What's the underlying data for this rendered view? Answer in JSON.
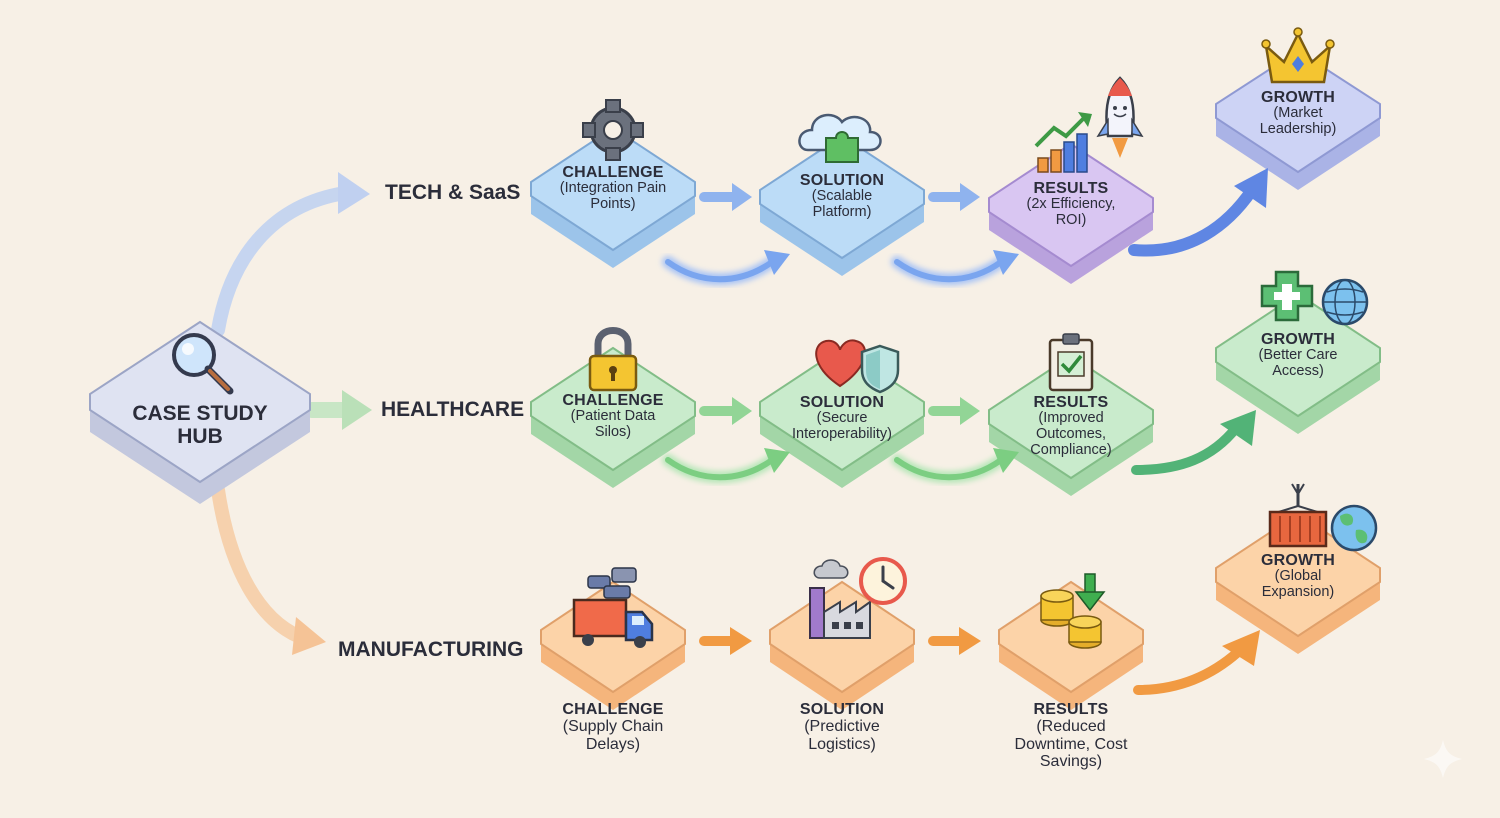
{
  "hub": {
    "line1": "CASE STUDY",
    "line2": "HUB"
  },
  "industries": [
    {
      "label": "TECH & SaaS"
    },
    {
      "label": "HEALTHCARE"
    },
    {
      "label": "MANUFACTURING"
    }
  ],
  "rows": [
    {
      "challenge": {
        "title": "CHALLENGE",
        "sub": "(Integration Pain Points)"
      },
      "solution": {
        "title": "SOLUTION",
        "sub": "(Scalable Platform)"
      },
      "results": {
        "title": "RESULTS",
        "sub": "(2x Efficiency, ROI)"
      },
      "growth": {
        "title": "GROWTH",
        "sub": "(Market Leadership)"
      }
    },
    {
      "challenge": {
        "title": "CHALLENGE",
        "sub": "(Patient Data Silos)"
      },
      "solution": {
        "title": "SOLUTION",
        "sub": "(Secure Interoperability)"
      },
      "results": {
        "title": "RESULTS",
        "sub": "(Improved Outcomes, Compliance)"
      },
      "growth": {
        "title": "GROWTH",
        "sub": "(Better Care Access)"
      }
    },
    {
      "challenge": {
        "title": "CHALLENGE",
        "sub": "(Supply Chain Delays)"
      },
      "solution": {
        "title": "SOLUTION",
        "sub": "(Predictive Logistics)"
      },
      "results": {
        "title": "RESULTS",
        "sub": "(Reduced Downtime, Cost Savings)"
      },
      "growth": {
        "title": "GROWTH",
        "sub": "(Global Expansion)"
      }
    }
  ],
  "colors": {
    "background": "#f7f0e6",
    "hub": "#dfe3f2",
    "tech_blue": "#bcdcf7",
    "tech_purple": "#d9c6f2",
    "tech_growth": "#cdd3f5",
    "health_green": "#c9ebcc",
    "manufacturing_orange": "#fcd3a8",
    "text": "#2b2d3a"
  },
  "icons": [
    "magnifier-icon",
    "gear-icon",
    "cloud-puzzle-icon",
    "bar-chart-icon",
    "rocket-icon",
    "crown-icon",
    "padlock-icon",
    "heart-shield-icon",
    "clipboard-check-icon",
    "medical-cross-icon",
    "globe-icon",
    "truck-icon",
    "factory-clock-icon",
    "coins-icon",
    "shipping-container-icon"
  ]
}
